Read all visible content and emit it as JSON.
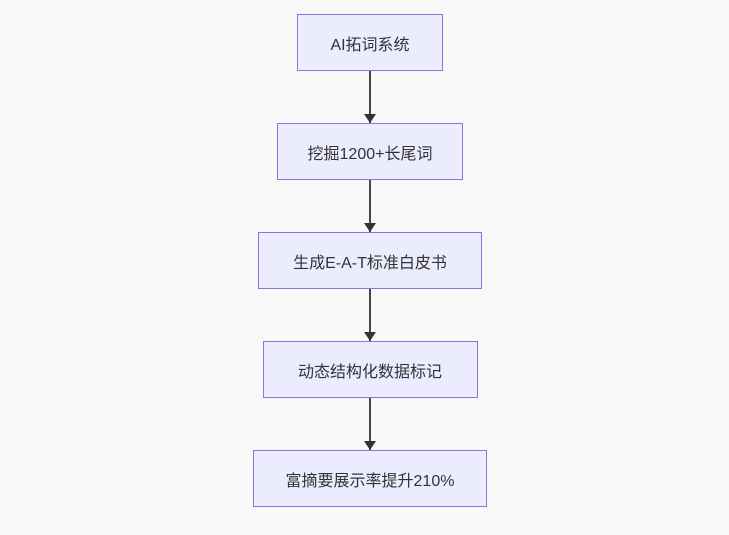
{
  "diagram": {
    "type": "flowchart",
    "direction": "top-down",
    "nodes": [
      {
        "id": "A",
        "label": "AI拓词系统"
      },
      {
        "id": "B",
        "label": "挖掘1200+长尾词"
      },
      {
        "id": "C",
        "label": "生成E-A-T标准白皮书"
      },
      {
        "id": "D",
        "label": "动态结构化数据标记"
      },
      {
        "id": "E",
        "label": "富摘要展示率提升210%"
      }
    ],
    "edges": [
      {
        "from": "A",
        "to": "B"
      },
      {
        "from": "B",
        "to": "C"
      },
      {
        "from": "C",
        "to": "D"
      },
      {
        "from": "D",
        "to": "E"
      }
    ],
    "colors": {
      "node_fill": "#ECECFF",
      "node_border": "#9370DB",
      "arrow": "#333333",
      "text": "#333333",
      "background": "#F8F8F8"
    }
  }
}
